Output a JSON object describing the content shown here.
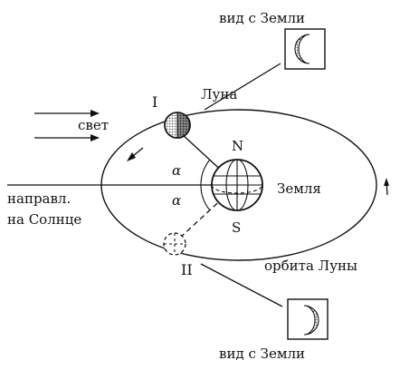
{
  "labels": {
    "view_top": "вид с Земли",
    "view_bottom": "вид с Земли",
    "moon": "Луна",
    "light": "свет",
    "earth": "Земля",
    "direction_line1": "направл.",
    "direction_line2": "на Солнце",
    "orbit": "орбита Луны",
    "north": "N",
    "south": "S",
    "alpha_upper": "α",
    "alpha_lower": "α",
    "position_1": "I",
    "position_2": "II"
  },
  "colors": {
    "ink": "#111111",
    "moon_shade": "#9a9a9a",
    "background": "#ffffff"
  }
}
